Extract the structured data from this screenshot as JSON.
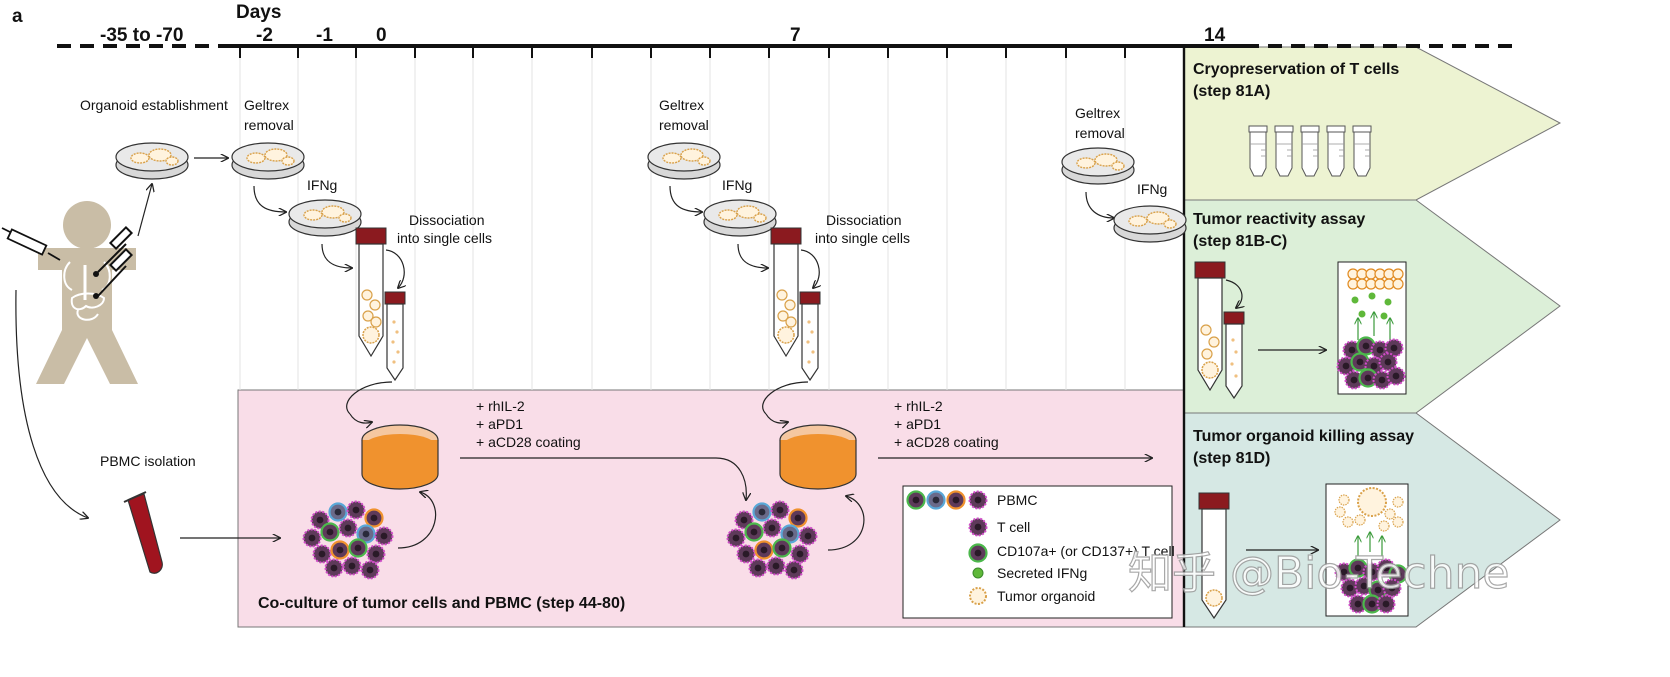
{
  "panel_letter": "a",
  "timeline": {
    "unit_label": "Days",
    "ticks": [
      "-35 to -70",
      "-2",
      "-1",
      "0",
      "7",
      "14"
    ]
  },
  "steps": {
    "organoid_establishment": "Organoid establishment",
    "geltrex_1": [
      "Geltrex",
      "removal"
    ],
    "ifng_1": "IFNg",
    "dissociation_1": [
      "Dissociation",
      "into single cells"
    ],
    "geltrex_2": [
      "Geltrex",
      "removal"
    ],
    "ifng_2": "IFNg",
    "dissociation_2": [
      "Dissociation",
      "into single cells"
    ],
    "geltrex_3": [
      "Geltrex",
      "removal"
    ],
    "ifng_3": "IFNg",
    "pbmc_isolation": "PBMC isolation",
    "supplements_1": [
      "+ rhIL-2",
      "+ aPD1",
      "+ aCD28 coating"
    ],
    "supplements_2": [
      "+ rhIL-2",
      "+ aPD1",
      "+ aCD28 coating"
    ],
    "coculture_title": "Co-culture of tumor cells and PBMC (step 44-80)"
  },
  "outcomes": [
    {
      "title": "Cryopreservation of T cells",
      "step": "(step 81A)",
      "color": "#edf3d2"
    },
    {
      "title": "Tumor reactivity assay",
      "step": "(step 81B-C)",
      "color": "#dcefd8"
    },
    {
      "title": "Tumor organoid killing assay",
      "step": "(step 81D)",
      "color": "#d6e8e4"
    }
  ],
  "legend": {
    "items": [
      "PBMC",
      "T cell",
      "CD107a+ (or CD137+)  T cell",
      "Secreted IFNg",
      "Tumor organoid"
    ]
  },
  "colors": {
    "coculture_bg": "#f9dde8",
    "medium_orange": "#f0922e",
    "tube_cap": "#8b1a1f",
    "blood": "#a0141f",
    "human_silhouette": "#c9bda6",
    "cell_purple": "#5e3a5a",
    "ifng_green": "#5fb83a"
  },
  "watermark": "知乎 @Bio-Techne"
}
